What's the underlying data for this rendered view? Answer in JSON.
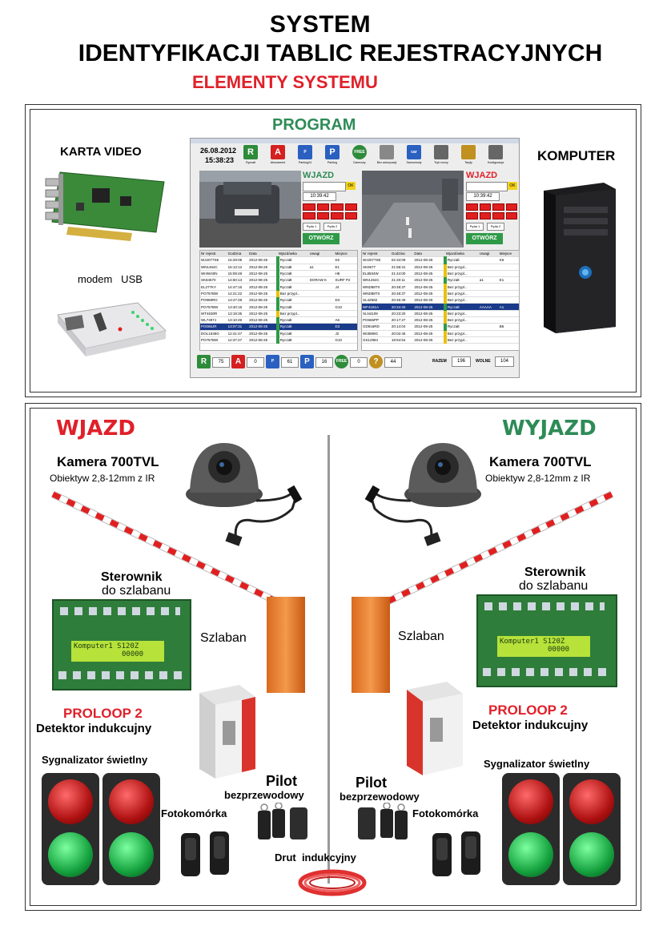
{
  "header": {
    "line1": "SYSTEM",
    "line2": "IDENTYFIKACJI TABLIC REJESTRACYJNYCH",
    "line3": "ELEMENTY SYSTEMU"
  },
  "top_panel": {
    "program_title": "PROGRAM",
    "karta_video": "KARTA VIDEO",
    "modem_usb": "modem   USB",
    "komputer": "KOMPUTER",
    "app": {
      "date": "26.08.2012",
      "time": "15:38:23",
      "toolbar": [
        {
          "icon": "R",
          "label": "Ryczałt",
          "color": "#2e8b3a"
        },
        {
          "icon": "A",
          "label": "Abonament",
          "color": "#d42020"
        },
        {
          "icon": "P24",
          "label": "Parking24",
          "color": "#2a60c0"
        },
        {
          "icon": "PH",
          "label": "Parking",
          "color": "#2a60c0"
        },
        {
          "icon": "FREE",
          "label": "Darmowy",
          "color": "#2e8b3a"
        },
        {
          "icon": "lock",
          "label": "Bez autoryzacji",
          "color": "#888888"
        },
        {
          "icon": "car",
          "label": "Samochody",
          "color": "#2a60c0"
        },
        {
          "icon": "night",
          "label": "Tryb nocny",
          "color": "#666666"
        },
        {
          "icon": "tariff",
          "label": "Taryfy",
          "color": "#c09020"
        },
        {
          "icon": "config",
          "label": "Konfiguracja",
          "color": "#666666"
        }
      ],
      "lane_left": {
        "title": "WJAZD",
        "time": "10:39:42",
        "ok": "OK",
        "loop1": "Pętla 1",
        "loop2": "Pętla 2",
        "open": "OTWÓRZ"
      },
      "lane_right": {
        "title": "WJAZD",
        "time": "10:39:42",
        "ok": "OK",
        "loop1": "Pętla 1",
        "loop2": "Pętla 2",
        "open": "OTWÓRZ"
      },
      "table_headers": [
        "Nr rejestr.",
        "Godzina",
        "Data",
        "Wjazdówka",
        "Uwagi",
        "Miejsce"
      ],
      "left_rows": [
        [
          "WJ2077SE",
          "15:29:05",
          "2012-08-25",
          "Ryczałt",
          "",
          "K6"
        ],
        [
          "WN1464C",
          "15:13:12",
          "2012-08-25",
          "Ryczałt",
          "a1",
          "E1"
        ],
        [
          "WI4W40N",
          "15:09:48",
          "2012-08-25",
          "Ryczałt",
          "",
          "H8"
        ],
        [
          "SK84670",
          "14:50:13",
          "2012-08-25",
          "Ryczałt",
          "DORAW K",
          "SURF P2"
        ],
        [
          "EL277KY",
          "14:47:16",
          "2012-08-25",
          "Ryczałt",
          "",
          "J4"
        ],
        [
          "PO757BW",
          "14:21:22",
          "2012-08-25",
          "Bez przypl...",
          "",
          ""
        ],
        [
          "PO969RG",
          "13:47:28",
          "2012-08-25",
          "Ryczałt",
          "",
          "D4"
        ],
        [
          "PO757BW",
          "13:40:15",
          "2012-08-25",
          "Ryczałt",
          "",
          "G10"
        ],
        [
          "WT4630R",
          "13:19:35",
          "2012-08-25",
          "Bez przypl...",
          "",
          ""
        ],
        [
          "WL7497J",
          "13:10:49",
          "2012-08-25",
          "Ryczałt",
          "",
          "A6"
        ],
        [
          "PO065JR",
          "13:07:31",
          "2012-08-25",
          "Ryczałt",
          "",
          "D3"
        ],
        [
          "DOL1536G",
          "12:41:47",
          "2012-08-25",
          "Ryczałt",
          "",
          "J2"
        ],
        [
          "PO757BW",
          "12:37:27",
          "2012-08-25",
          "Ryczałt",
          "",
          "G10"
        ]
      ],
      "right_rows": [
        [
          "WJ2077SE",
          "02:34:09",
          "2012-08-26",
          "Ryczałt",
          "",
          "K6"
        ],
        [
          "SK0677",
          "21:58:31",
          "2012-08-25",
          "Bez przypl...",
          "",
          ""
        ],
        [
          "EL8834W",
          "21:44:00",
          "2012-08-25",
          "Bez przypl...",
          "",
          ""
        ],
        [
          "WN1464C",
          "21:20:11",
          "2012-08-25",
          "Ryczałt",
          "a1",
          "E1"
        ],
        [
          "WND88TX",
          "20:48:37",
          "2012-08-25",
          "Bez przypl...",
          "",
          ""
        ],
        [
          "WND88TX",
          "20:48:37",
          "2012-08-25",
          "Bez przypl...",
          "",
          ""
        ],
        [
          "SL4Z682",
          "20:46:49",
          "2012-08-25",
          "Bez przypl...",
          "",
          ""
        ],
        [
          "WF4181A",
          "20:34:40",
          "2012-08-25",
          "Ryczałt",
          "AAAAA",
          "A1"
        ],
        [
          "SLN4109",
          "20:23:20",
          "2012-08-25",
          "Bez przypl...",
          "",
          ""
        ],
        [
          "PO666PP",
          "20:17:27",
          "2012-08-25",
          "Bez przypl...",
          "",
          ""
        ],
        [
          "GD916RD",
          "20:14:04",
          "2012-08-25",
          "Ryczałt",
          "",
          "B6"
        ],
        [
          "WI3899G",
          "20:02:45",
          "2012-08-25",
          "Bez przypl...",
          "",
          ""
        ],
        [
          "GS12984",
          "19:54:54",
          "2012-08-25",
          "Bez przypl...",
          "",
          ""
        ]
      ],
      "status": [
        {
          "icon": "R",
          "value": "75",
          "color": "#2e8b3a"
        },
        {
          "icon": "A",
          "value": "0",
          "color": "#d42020"
        },
        {
          "icon": "P24",
          "value": "61",
          "color": "#2a60c0"
        },
        {
          "icon": "PH",
          "value": "16",
          "color": "#2a60c0"
        },
        {
          "icon": "FREE",
          "value": "0",
          "color": "#2e8b3a"
        },
        {
          "icon": "?",
          "value": "44",
          "color": "#c09020"
        }
      ],
      "razem_label": "RAZEM",
      "razem_value": "196",
      "wolne_label": "WOLNE",
      "wolne_value": "104"
    }
  },
  "bottom_panel": {
    "wjazd": "WJAZD",
    "wyjazd": "WYJAZD",
    "camera": "Kamera 700TVL",
    "lens": "Obiektyw 2,8-12mm z IR",
    "controller_l1": "Sterownik",
    "controller_l2": "do szlabanu",
    "lcd_text": "Komputer1 S120Z",
    "lcd_text2": "00000",
    "barrier": "Szlaban",
    "proloop": "PROLOOP 2",
    "detector": "Detektor indukcujny",
    "signal": "Sygnalizator świetlny",
    "photocell": "Fotokomórka",
    "pilot": "Pilot",
    "pilot_sub": "bezprzewodowy",
    "wire": "Drut  indukcyjny",
    "colors": {
      "red": "#e0202a",
      "green": "#2e8b57"
    }
  }
}
